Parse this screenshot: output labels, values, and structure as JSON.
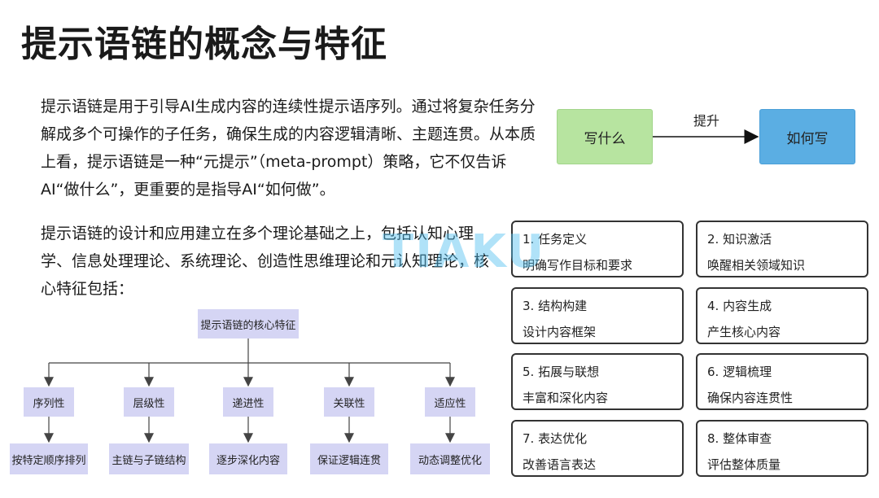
{
  "title": "提示语链的概念与特征",
  "paragraph1": "提示语链是用于引导AI生成内容的连续性提示语序列。通过将复杂任务分解成多个可操作的子任务，确保生成的内容逻辑清晰、主题连贯。从本质上看，提示语链是一种“元提示”（meta-prompt）策略，它不仅告诉AI“做什么”，更重要的是指导AI“如何做”。",
  "paragraph2": "提示语链的设计和应用建立在多个理论基础之上，包括认知心理学、信息处理理论、系统理论、创造性思维理论和元认知理论，核心特征包括：",
  "flow": {
    "from": "写什么",
    "label": "提升",
    "to": "如何写"
  },
  "tree": {
    "root": "提示语链的核心特征",
    "nodes": [
      {
        "name": "序列性",
        "detail": "按特定顺序排列"
      },
      {
        "name": "层级性",
        "detail": "主链与子链结构"
      },
      {
        "name": "递进性",
        "detail": "逐步深化内容"
      },
      {
        "name": "关联性",
        "detail": "保证逻辑连贯"
      },
      {
        "name": "适应性",
        "detail": "动态调整优化"
      }
    ]
  },
  "steps": [
    {
      "title": "1. 任务定义",
      "desc": "明确写作目标和要求"
    },
    {
      "title": "2. 知识激活",
      "desc": "唤醒相关领域知识"
    },
    {
      "title": "3. 结构构建",
      "desc": "设计内容框架"
    },
    {
      "title": "4. 内容生成",
      "desc": "产生核心内容"
    },
    {
      "title": "5. 拓展与联想",
      "desc": "丰富和深化内容"
    },
    {
      "title": "6. 逻辑梳理",
      "desc": "确保内容连贯性"
    },
    {
      "title": "7. 表达优化",
      "desc": "改善语言表达"
    },
    {
      "title": "8. 整体审查",
      "desc": "评估整体质量"
    }
  ],
  "watermark": "TIAKU",
  "colors": {
    "green_box": "#b7e4a0",
    "blue_box": "#5baee3",
    "tree_node": "#d5d5f4",
    "watermark": "#50bef0"
  }
}
